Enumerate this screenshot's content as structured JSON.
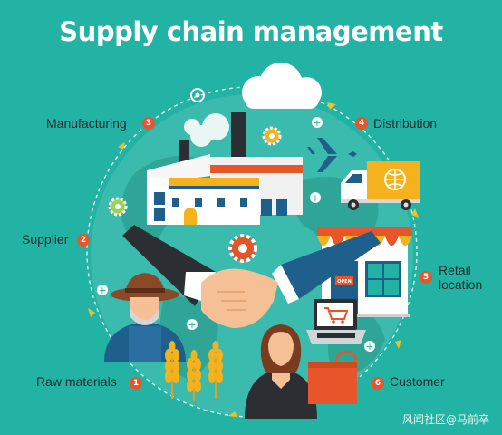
{
  "title": "Supply chain management",
  "stages": [
    {
      "number": "1",
      "label": "Raw materials"
    },
    {
      "number": "2",
      "label": "Supplier"
    },
    {
      "number": "3",
      "label": "Manufacturing"
    },
    {
      "number": "4",
      "label": "Distribution"
    },
    {
      "number": "5",
      "label": "Retail location"
    },
    {
      "number": "6",
      "label": "Customer"
    }
  ],
  "shop_sign": "OPEN",
  "watermark": "风闻社区@马前卒",
  "colors": {
    "background": "#22b3a4",
    "badge": "#e8552a",
    "title": "#ffffff"
  },
  "icons": [
    "factory-icon",
    "cloud-icon",
    "airplane-icon",
    "delivery-truck-icon",
    "shop-icon",
    "laptop-cart-icon",
    "shopping-bag-icon",
    "handshake-icon",
    "farmer-icon",
    "wheat-icon",
    "customer-woman-icon",
    "gear-icon",
    "globe-icon"
  ]
}
